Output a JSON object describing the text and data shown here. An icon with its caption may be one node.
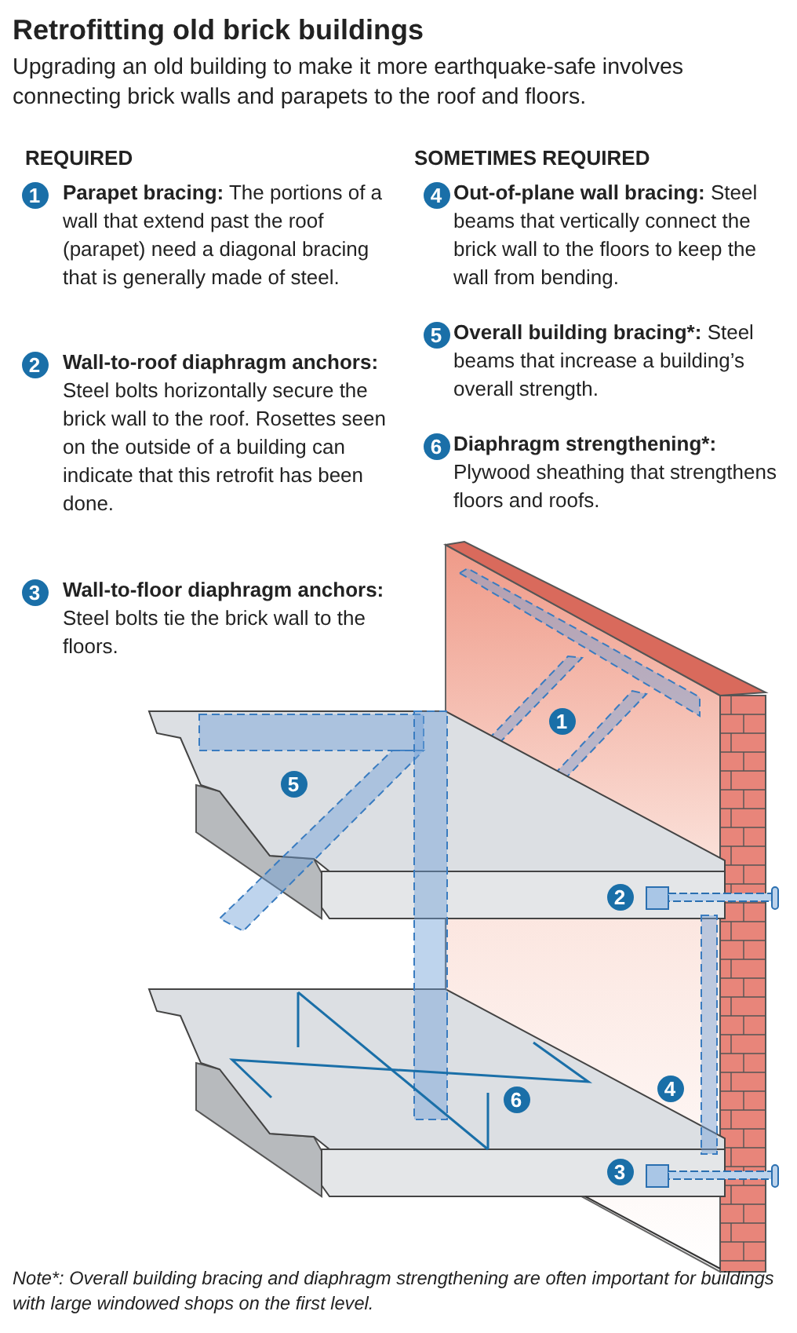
{
  "diagram": {
    "title": "Retrofitting old brick buildings",
    "nodes": [
      {
        "text": [
          "1"
        ]
      },
      {
        "text": [
          "2"
        ]
      },
      {
        "text": [
          "3"
        ]
      },
      {
        "text": [
          "4"
        ]
      },
      {
        "text": [
          "5"
        ]
      },
      {
        "text": [
          "6"
        ]
      },
      {
        "text": [
          "1"
        ]
      },
      {
        "text": [
          "5"
        ]
      },
      {
        "text": [
          "2"
        ]
      },
      {
        "text": [
          "6"
        ]
      },
      {
        "text": [
          "4"
        ]
      },
      {
        "text": [
          "3"
        ]
      }
    ],
    "labels": [
      "Upgrading an old building to make it more earthquake-safe involves connecting brick walls and parapets to the roof and floors.",
      "REQUIRED",
      "SOMETIMES REQUIRED",
      "**Parapet bracing:** The portions of a wall that extend past the roof (parapet) need a diagonal bracing that is generally made of steel.",
      "**Wall-to-roof diaphragm anchors:** Steel bolts horizontally secure the brick wall to the roof. Rosettes seen on the outside of a building can indicate that this retrofit has been done.",
      "**Wall-to-floor diaphragm anchors:** Steel bolts tie the brick wall to the floors.",
      "**Out-of-plane wall bracing:** Steel beams that vertically connect the brick wall to the floors to keep the wall from bending.",
      "**Overall building bracing*:** Steel beams that increase a building’s overall strength.",
      "**Diaphragm strengthening*:** Plywood sheathing that strengthens floors and roofs.",
      "Note*: Overall building bracing and diaphragm strengthening are often important for buildings with large windowed shops on the first level."
    ]
  }
}
